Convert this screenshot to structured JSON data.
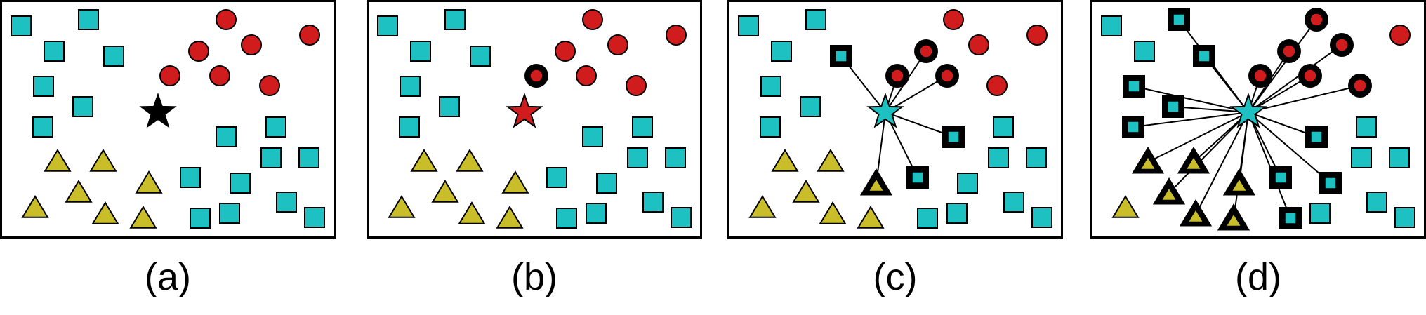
{
  "colors": {
    "cyan": "#1ec1c1",
    "red": "#d01c1c",
    "olive": "#c9bd2a",
    "star_black": "#000000",
    "stroke": "#000000"
  },
  "panels": [
    {
      "id": "a",
      "caption": "(a)",
      "star_color": "star_black",
      "highlight_k": 0
    },
    {
      "id": "b",
      "caption": "(b)",
      "star_color": "red",
      "highlight_k": 1
    },
    {
      "id": "c",
      "caption": "(c)",
      "star_color": "cyan",
      "highlight_k": 7
    },
    {
      "id": "d",
      "caption": "(d)",
      "star_color": "cyan",
      "highlight_k": 21
    }
  ],
  "point_classes": {
    "square": "cyan",
    "circle": "red",
    "triangle": "olive"
  },
  "figure_type": "k-nearest-neighbors illustration"
}
